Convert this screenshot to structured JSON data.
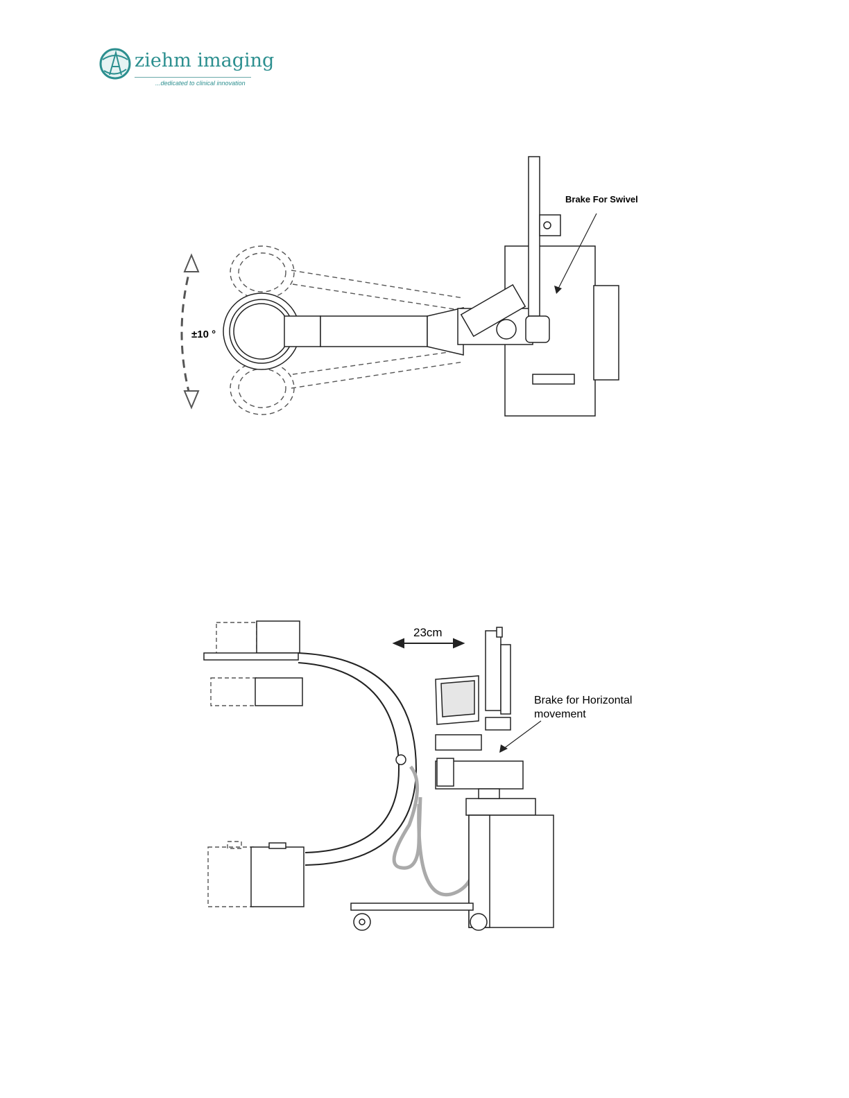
{
  "logo": {
    "name": "ziehm imaging",
    "tagline": "...dedicated to clinical innovation",
    "color": "#2c8f8f"
  },
  "figure_top": {
    "brake_label": "Brake For Swivel",
    "angle_label": "±10 °"
  },
  "figure_bottom": {
    "distance_label": "23cm",
    "brake_label_line1": "Brake for Horizontal",
    "brake_label_line2": "movement"
  }
}
